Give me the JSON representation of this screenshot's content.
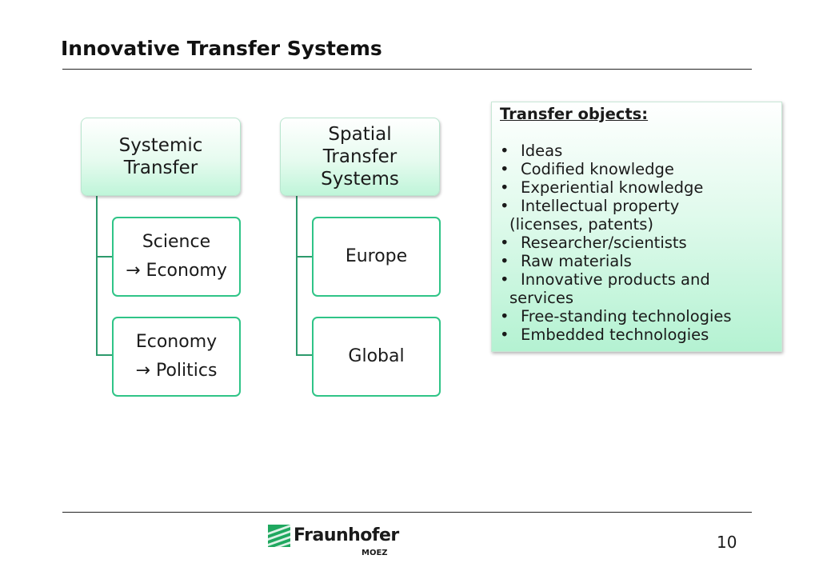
{
  "title": "Innovative Transfer Systems",
  "diagram": {
    "columns": [
      {
        "header": "Systemic\nTransfer",
        "children": [
          "Science\n→ Economy",
          "Economy\n→ Politics"
        ]
      },
      {
        "header": "Spatial\nTransfer\nSystems",
        "children": [
          "Europe",
          "Global"
        ]
      }
    ]
  },
  "transfer_objects": {
    "heading": "Transfer objects:",
    "bullet": "•",
    "items": [
      {
        "text": "Ideas",
        "cont": ""
      },
      {
        "text": "Codified knowledge",
        "cont": ""
      },
      {
        "text": "Experiential knowledge",
        "cont": ""
      },
      {
        "text": "Intellectual property",
        "cont": "(licenses, patents)"
      },
      {
        "text": "Researcher/scientists",
        "cont": ""
      },
      {
        "text": "Raw materials",
        "cont": ""
      },
      {
        "text": "Innovative products and",
        "cont": "services"
      },
      {
        "text": "Free-standing technologies",
        "cont": ""
      },
      {
        "text": "Embedded technologies",
        "cont": ""
      }
    ]
  },
  "footer": {
    "logo_text": "Fraunhofer",
    "logo_sub": "MOEZ",
    "page_number": "10"
  },
  "colors": {
    "accent_line": "#2d9a6c",
    "child_border": "#2fc487",
    "logo_green": "#1fa85f"
  }
}
